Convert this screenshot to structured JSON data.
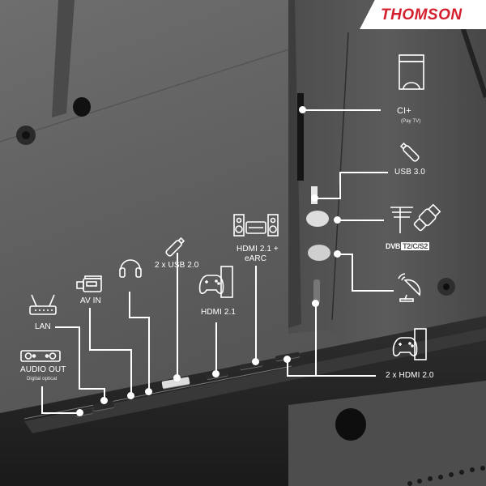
{
  "brand": {
    "name": "THOMSON",
    "color": "#d4202e"
  },
  "connectors": [
    {
      "id": "ci-plus",
      "label": "CI+",
      "sublabel": "(Pay TV)",
      "icon": "ci-card-icon"
    },
    {
      "id": "usb-3",
      "label": "USB 3.0",
      "icon": "usb-stick-icon"
    },
    {
      "id": "antenna",
      "label": "",
      "icon": "antenna-coax-icon"
    },
    {
      "id": "dvb",
      "label": "DVB T2/C/S2",
      "icon": "dvb-logo"
    },
    {
      "id": "satellite",
      "label": "",
      "icon": "satellite-dish-icon"
    },
    {
      "id": "hdmi-20",
      "label": "2 x HDMI 2.0",
      "icon": "game-console-icon"
    },
    {
      "id": "hdmi-earc",
      "label": "HDMI 2.1 +",
      "label2": "eARC",
      "icon": "soundbar-speakers-icon"
    },
    {
      "id": "hdmi-21",
      "label": "HDMI 2.1",
      "icon": "game-console-icon"
    },
    {
      "id": "usb-2",
      "label": "2 x USB 2.0",
      "icon": "usb-stick-icon"
    },
    {
      "id": "headphone",
      "label": "",
      "icon": "headphones-icon"
    },
    {
      "id": "av-in",
      "label": "AV IN",
      "icon": "camcorder-icon"
    },
    {
      "id": "lan",
      "label": "LAN",
      "icon": "router-icon"
    },
    {
      "id": "audio-out",
      "label": "AUDIO OUT",
      "sublabel": "Digital optical",
      "icon": "optical-audio-icon"
    }
  ],
  "dvb_logo": {
    "prefix": "DVB",
    "suffix": "T2/C/S2"
  }
}
